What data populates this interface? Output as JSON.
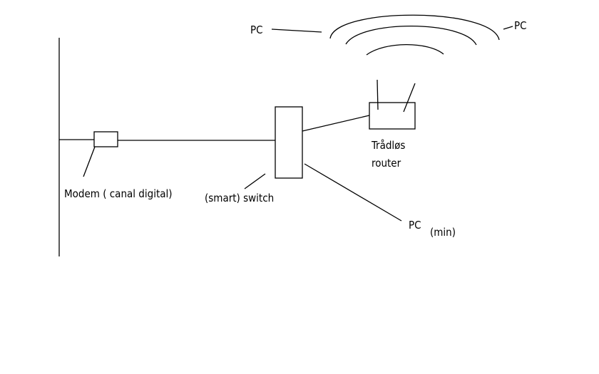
{
  "labels": {
    "pc_left": "PC",
    "pc_right": "PC",
    "router_line1": "Trådløs",
    "router_line2": "router",
    "modem": "Modem ( canal digital)",
    "switch": "(smart) switch",
    "pc_min": "PC",
    "pc_min_suffix": "(min)"
  },
  "colors": {
    "stroke": "#000000",
    "background": "#ffffff"
  }
}
